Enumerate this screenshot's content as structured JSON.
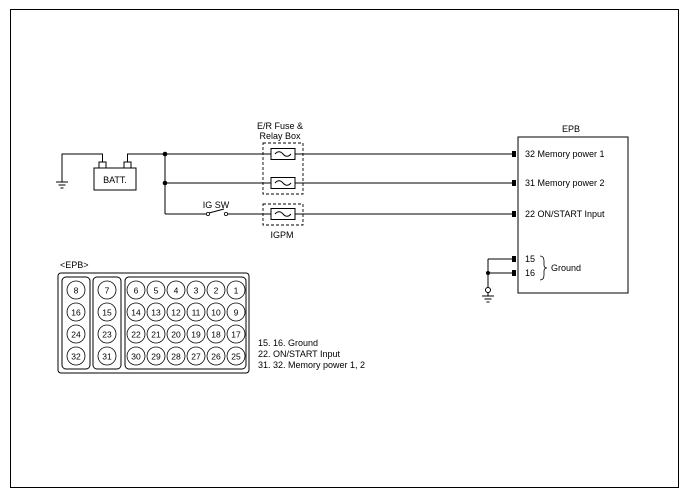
{
  "components": {
    "fuse_box_line1": "E/R Fuse &",
    "fuse_box_line2": "Relay Box",
    "battery": "BATT.",
    "ig_switch": "IG SW",
    "igpm": "IGPM",
    "epb_title": "EPB"
  },
  "epb_pins": {
    "p32": "32 Memory power 1",
    "p31": "31 Memory power 2",
    "p22": "22 ON/START Input",
    "p15": "15",
    "p16": "16",
    "ground": "Ground"
  },
  "connector": {
    "title": "<EPB>",
    "rows": [
      [
        "8",
        "7",
        "6",
        "5",
        "4",
        "3",
        "2",
        "1"
      ],
      [
        "16",
        "15",
        "14",
        "13",
        "12",
        "11",
        "10",
        "9"
      ],
      [
        "24",
        "23",
        "22",
        "21",
        "20",
        "19",
        "18",
        "17"
      ],
      [
        "32",
        "31",
        "30",
        "29",
        "28",
        "27",
        "26",
        "25"
      ]
    ]
  },
  "legend": [
    "15. 16. Ground",
    "22. ON/START Input",
    "31. 32. Memory power 1, 2"
  ]
}
